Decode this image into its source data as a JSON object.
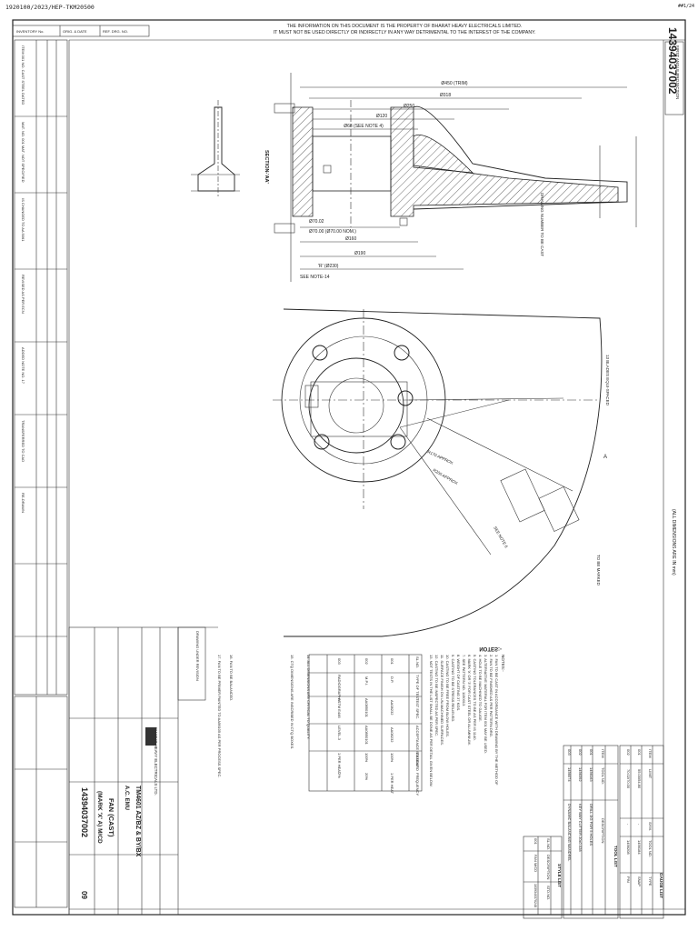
{
  "header": {
    "doc_code": "1920100/2023/HEP-TKM20500",
    "page_tag": "##1/24",
    "notice_line1": "THE INFORMATION ON THIS DOCUMENT IS THE PROPERTY OF BHARAT HEAVY ELECTRICALS LIMITED.",
    "notice_line2": "IT MUST NOT BE USED DIRECTLY OR INDIRECTLY IN ANY WAY DETRIMENTAL TO THE INTEREST OF THE COMPANY.",
    "top_boxes": [
      "INVENTORY No.",
      "ORIG. & DATE",
      "REF. DRG. NO."
    ]
  },
  "drawing": {
    "number": "14394037002",
    "projection": "FIRST ANGLE PROJECTION",
    "dims_note": "(ALL DIMENSIONS ARE IN mm)",
    "section_label": "SECTION-'AA'",
    "dimensions": [
      "Ø450 (TRIM)",
      "Ø318",
      "Ø250",
      "Ø120",
      "Ø68 (SEE NOTE 4)",
      "Ø70.02",
      "Ø70.00 (Ø70.00 NOM.)",
      "Ø160",
      "Ø190",
      "'R' (Ø230)",
      "SEE NOTE-14"
    ],
    "view_labels": [
      "13 BLADES EQUI-SPACED",
      "SEE NOTE 6",
      "TO BE MARKED",
      "DRAWING NUMBER TO BE CAST",
      "R170 APPROX",
      "R200 APPROX",
      "A"
    ]
  },
  "notes": {
    "heading": "NOTES:-",
    "items": [
      "1. FAN TO BE CAST IN ACCORDANCE WITH DRAWING BY THE METHOD OF",
      "2. FAN TO BE FINISHED AS PER PATTERN DRG.",
      "3. ALTERNATIVE MATERIAL FOR ITEM 001 MAY BE USED.",
      "4. HOLE TO BE MACHINED TO GAUGE.",
      "5. CASTING TOLERANCES TO BE AS PER IS 1140.",
      "6. MARK 'X' OR '3' FOR CAST STEEL OR ALUMINIUM.",
      "7. SEE PATTERN NO. 1150013.",
      "8. WEIGHT OF CASTING 37 KGS.",
      "9. CASTING TO BE STRESS RELIEVED.",
      "10. CASTING TO BE FREE FROM BLOW HOLES.",
      "11. SURFACE FINISH ON UN-MACHINED SURFACES.",
      "12. CASTING TO BE INSPECTED AS PER SPEC.",
      "13. NOT TESTS IN THE LIST SHALL BE DONE AS PER DETAIL GIVEN BELOW.",
      "14. ALL DIMENSIONS ARE CRITICAL TO QUALITY.",
      "15. CTQ DIMENSIONS ARE INSCRIBED IN CTQ BOXES.",
      "16. FAN TO BE BALANCED.",
      "17. FAN TO BE PRIMER PAINTED TO AA56105 AS PER PROCESS SPEC."
    ]
  },
  "test_table": {
    "headers": [
      "SL.NO.",
      "TYPE OF TEST",
      "TEST SPEC.",
      "ACCEPTANCE STANDARD",
      "EXTENT",
      "FREQUENCY"
    ],
    "rows": [
      [
        "001",
        "D.P.",
        "AA08232",
        "AA08232",
        "100%",
        "1 PER HEAT"
      ],
      [
        "002",
        "M.P.I.",
        "AA0850101",
        "AA0850101",
        "100%",
        "20%"
      ],
      [
        "003",
        "RADIOGRAPHY",
        "ASTM E446",
        "LEVEL-3",
        "1 PER HEAT",
        "2%"
      ]
    ]
  },
  "gauge_table": {
    "title": "GAUGE LIST",
    "headers": [
      "ITEM",
      "LIMIT",
      "SYM.",
      "TOOL NO.",
      "TYPE"
    ],
    "rows": [
      [
        "001",
        "55.00/54.80",
        "-",
        "1456184",
        "SNAP"
      ],
      [
        "002",
        "70.02/70.00",
        "-",
        "1456208",
        "PIN"
      ]
    ]
  },
  "tool_table": {
    "title": "TOOL LIST",
    "headers": [
      "ITEM",
      "TOOL NO.",
      "DESCRIPTION"
    ],
    "rows": [
      [
        "001",
        "1456163",
        "DRILL JIG FOR 5 HOLES"
      ],
      [
        "002",
        "1456392",
        "KEY WAY CUTTER 20x0.028"
      ],
      [
        "003",
        "1456074",
        "DYNAMIC BALANCING MANDREL"
      ]
    ]
  },
  "style_table": {
    "title": "STYLE LIST",
    "headers": [
      "SL.NO.",
      "DESCRIPTION",
      "STD.NO."
    ],
    "rows": [
      [
        "001",
        "FAN M/CD",
        "1039340370248"
      ]
    ]
  },
  "title_block": {
    "company": "BHARAT HEAVY ELECTRICALS LTD.",
    "product": "TM4601 AZ/BZ & BY/BX",
    "sub_product": "A.C. EMU",
    "title": "FAN (CAST)",
    "subtitle": "(MARK 'X' A) M/CD",
    "drawing_no": "14394037002",
    "sheet": "09",
    "revision_note": "DRAWING UNDER REVISION"
  },
  "left_column": {
    "rows": [
      "ITEM 001 NO. CAST STEEL DATED",
      "MAT. NO. 001 MAT. NOT SPECIFIED",
      "IS CHANGED TO AA 5061",
      "REVISED AS PER ECN",
      "ADDED NOTE NO. 17",
      "TRANSFERRED TO CAD",
      "RE-DRAWN"
    ]
  }
}
